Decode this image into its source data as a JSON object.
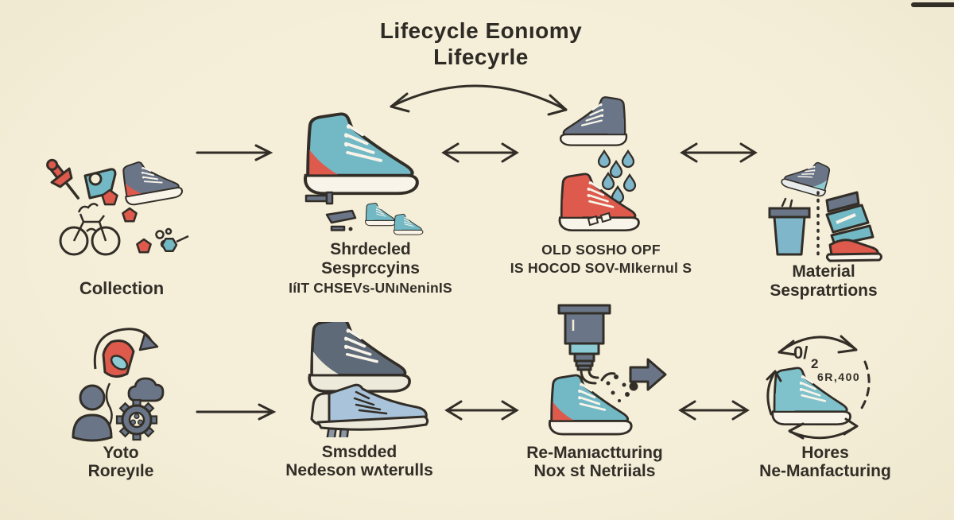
{
  "title": {
    "line1": "Lifecycle Eonıomy",
    "line2": "Lifecyrle"
  },
  "cells": {
    "collection": {
      "label1": "Collection"
    },
    "shredding": {
      "label1": "Shrdecled",
      "label2": "Sesprccyins",
      "label3": "IíIT CHSEVs-UNıNeninIS"
    },
    "old_shoes": {
      "label1": "OLD SOSHO OPF",
      "label2": "IS HOCOD SOV-MIkernul S"
    },
    "separation": {
      "label1": "Material",
      "label2": "Sespratrtions"
    },
    "recycle": {
      "label1": "Yoto",
      "label2": "Roreyıle"
    },
    "smelted": {
      "label1": "Smsdded",
      "label2": "Nedeson wʌterulls"
    },
    "remanufacturing": {
      "label1": "Re-Manıactturing",
      "label2": "Nox st Netriials"
    },
    "new_shoes": {
      "label1": "Hores",
      "label2": "Ne-Manfacturing",
      "fraction_num": "0/",
      "fraction_den": "2",
      "code": "6R,400"
    }
  },
  "colors": {
    "background": "#f4eed6",
    "ink": "#322e27",
    "teal": "#72b9c5",
    "red": "#dd5a4c",
    "slate": "#6a7587",
    "light_blue": "#a9c3da",
    "cream": "#f8f4e9"
  }
}
